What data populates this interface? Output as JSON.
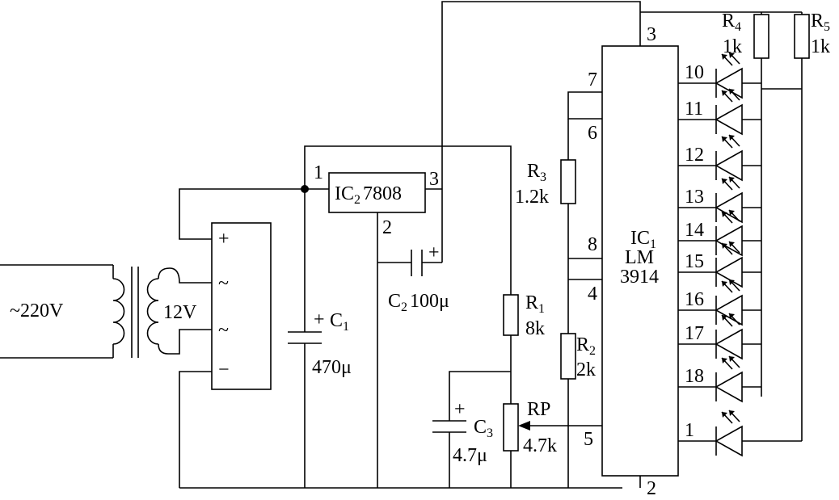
{
  "source_label": "~220V",
  "secondary_label": "12V",
  "rectifier": {
    "plus": "+",
    "ac1": "~",
    "ac2": "~",
    "minus": "−"
  },
  "c1": {
    "polarity": "+",
    "name": "C",
    "sub": "1",
    "value": "470μ"
  },
  "ic2": {
    "name": "IC",
    "sub": "2",
    "part": "7808",
    "pin_in": "1",
    "pin_out": "3",
    "pin_gnd": "2"
  },
  "c2": {
    "polarity": "+",
    "name": "C",
    "sub": "2",
    "value": "100μ"
  },
  "r1": {
    "name": "R",
    "sub": "1",
    "value": "8k"
  },
  "c3": {
    "polarity": "+",
    "name": "C",
    "sub": "3",
    "value": "4.7μ"
  },
  "rp": {
    "name": "RP",
    "value": "4.7k"
  },
  "r3": {
    "name": "R",
    "sub": "3",
    "value": "1.2k"
  },
  "r2": {
    "name": "R",
    "sub": "2",
    "value": "2k"
  },
  "r4": {
    "name": "R",
    "sub": "4",
    "value": "1k"
  },
  "r5": {
    "name": "R",
    "sub": "5",
    "value": "1k"
  },
  "ic1": {
    "name": "IC",
    "sub": "1",
    "line2": "LM",
    "line3": "3914"
  },
  "ic1_left_pins": [
    "7",
    "6",
    "8",
    "4",
    "5"
  ],
  "ic1_top_pin": "3",
  "ic1_bottom_pin": "2",
  "led_pins": [
    "10",
    "11",
    "12",
    "13",
    "14",
    "15",
    "16",
    "17",
    "18",
    "1"
  ]
}
